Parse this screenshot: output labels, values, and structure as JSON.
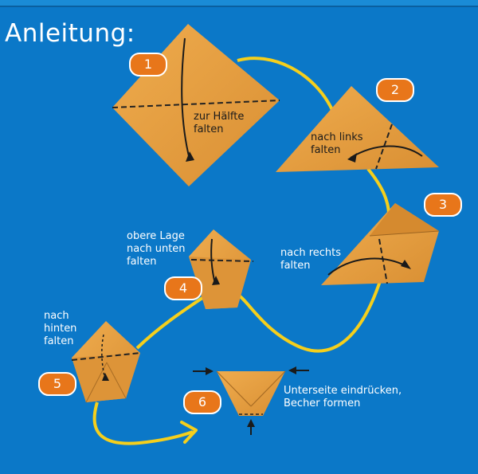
{
  "title": "Anleitung:",
  "steps": [
    {
      "number": "1",
      "lines": [
        "zur Hälfte",
        "falten"
      ]
    },
    {
      "number": "2",
      "lines": [
        "nach links",
        "falten"
      ]
    },
    {
      "number": "3",
      "lines": [
        "nach rechts",
        "falten"
      ]
    },
    {
      "number": "4",
      "lines": [
        "obere Lage",
        "nach unten",
        "falten"
      ]
    },
    {
      "number": "5",
      "lines": [
        "nach",
        "hinten",
        "falten"
      ]
    },
    {
      "number": "6",
      "lines": [
        "Unterseite eindrücken,",
        "Becher formen"
      ]
    }
  ],
  "colors": {
    "background": "#0b78c8",
    "paper": "#e8a043",
    "path": "#f5cf1c",
    "badge": "#e8761a"
  }
}
